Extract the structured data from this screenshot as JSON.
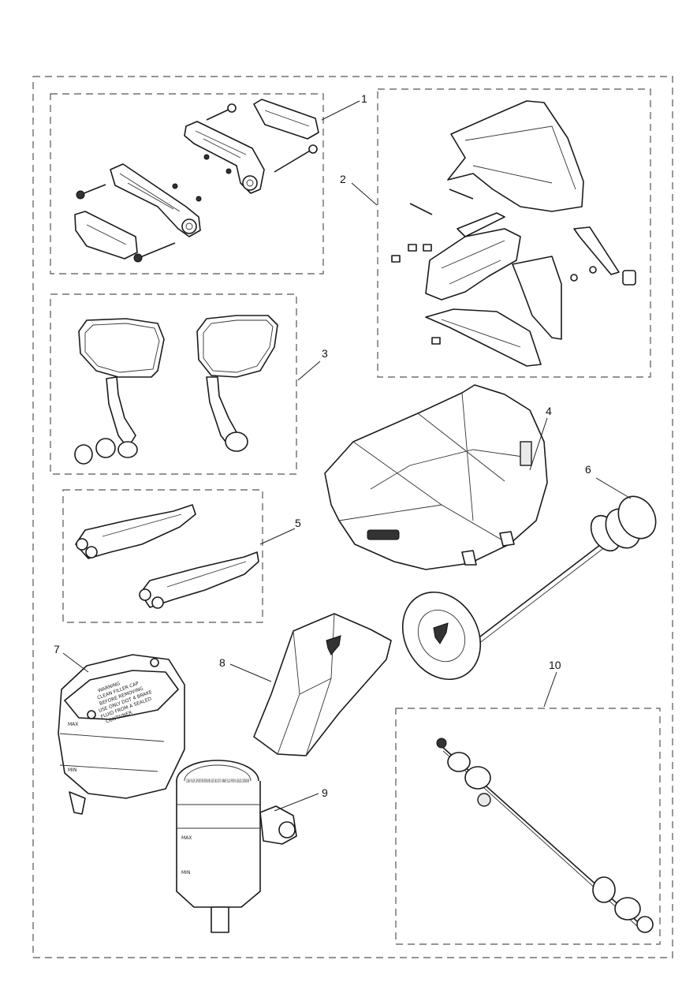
{
  "callouts": [
    {
      "id": "1",
      "label": "1"
    },
    {
      "id": "2",
      "label": "2"
    },
    {
      "id": "3",
      "label": "3"
    },
    {
      "id": "4",
      "label": "4"
    },
    {
      "id": "5",
      "label": "5"
    },
    {
      "id": "6",
      "label": "6"
    },
    {
      "id": "7",
      "label": "7"
    },
    {
      "id": "8",
      "label": "8"
    },
    {
      "id": "9",
      "label": "9"
    },
    {
      "id": "10",
      "label": "10"
    }
  ],
  "reservoir_7_cap_text": [
    "WARNING",
    "CLEAN FILLER CAP",
    "BEFORE REMOVING",
    "USE ONLY DOT 4 BRAKE",
    "FLUID FROM A SEALED",
    "CONTAINER"
  ],
  "reservoir_9_cap_text": "CLEAN FILLER CAP BEFORE REMOVING USE ONLY DOT 4 BRAKE FLUID FROM A SEALED CONTAINER",
  "level_marks": {
    "max": "MAX",
    "min": "MIN"
  },
  "icons": [
    "triumph-logo-icon"
  ]
}
